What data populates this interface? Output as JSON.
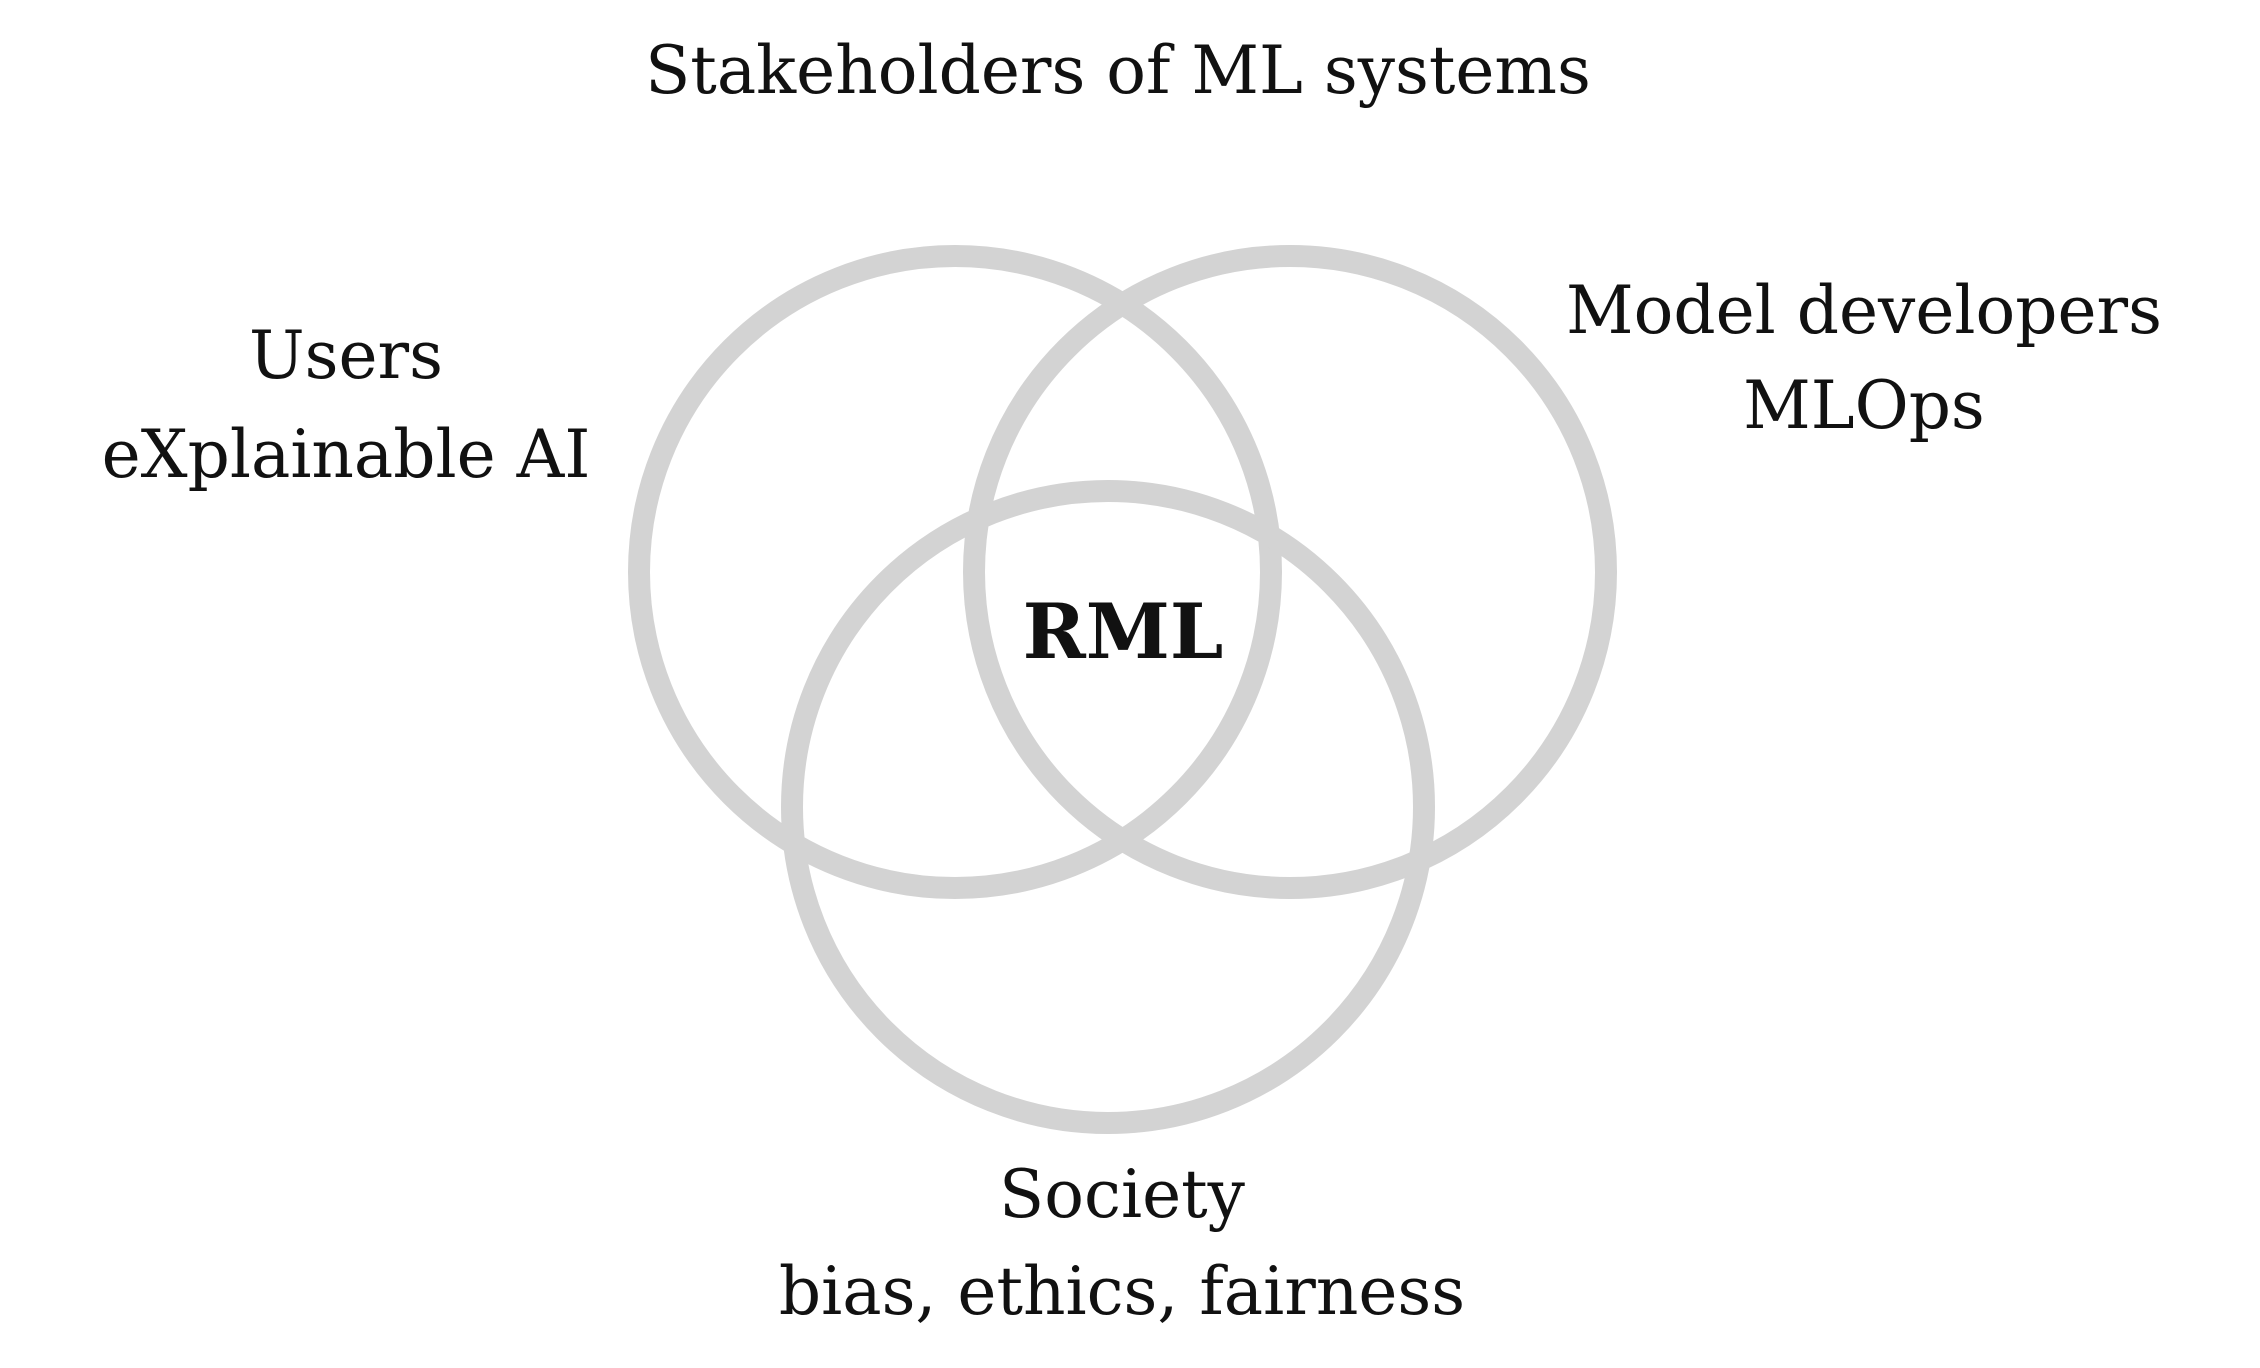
{
  "diagram": {
    "title": "Stakeholders of ML systems",
    "center_label": "RML",
    "circles": [
      {
        "id": "users",
        "name": "Users",
        "topic": "eXplainable AI"
      },
      {
        "id": "developers",
        "name": "Model developers",
        "topic": "MLOps"
      },
      {
        "id": "society",
        "name": "Society",
        "topic": "bias, ethics, fairness"
      }
    ],
    "colors": {
      "ring": "#d3d3d3",
      "text": "#111111",
      "background": "#ffffff"
    }
  }
}
